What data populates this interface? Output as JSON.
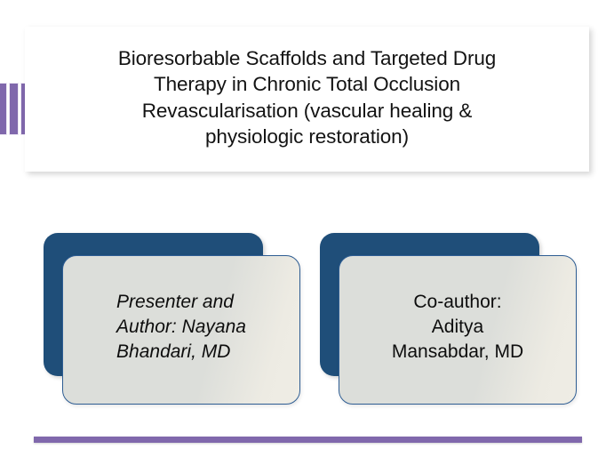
{
  "slide": {
    "title": "Bioresorbable Scaffolds and Targeted Drug\nTherapy in Chronic Total Occlusion\nRevascularisation (vascular healing &\nphysiologic restoration)",
    "accent_color": "#8068AC",
    "card_back_color": "#1F4E79",
    "card_front_color": "#DCDEDA",
    "card_border_color": "#2E5D93",
    "background_color": "#FFFFFF"
  },
  "accent_bars": {
    "name": "purple-accent-bars",
    "count": 3,
    "color": "#8068AC"
  },
  "authors": [
    {
      "id": "presenter",
      "text": "Presenter and\nAuthor: Nayana\nBhandari, MD",
      "style": "italic"
    },
    {
      "id": "co-author",
      "text": "Co-author:\nAditya\nMansabdar, MD",
      "style": "normal"
    }
  ],
  "bottom_rule": {
    "name": "bottom-divider",
    "color": "#8068AC"
  }
}
